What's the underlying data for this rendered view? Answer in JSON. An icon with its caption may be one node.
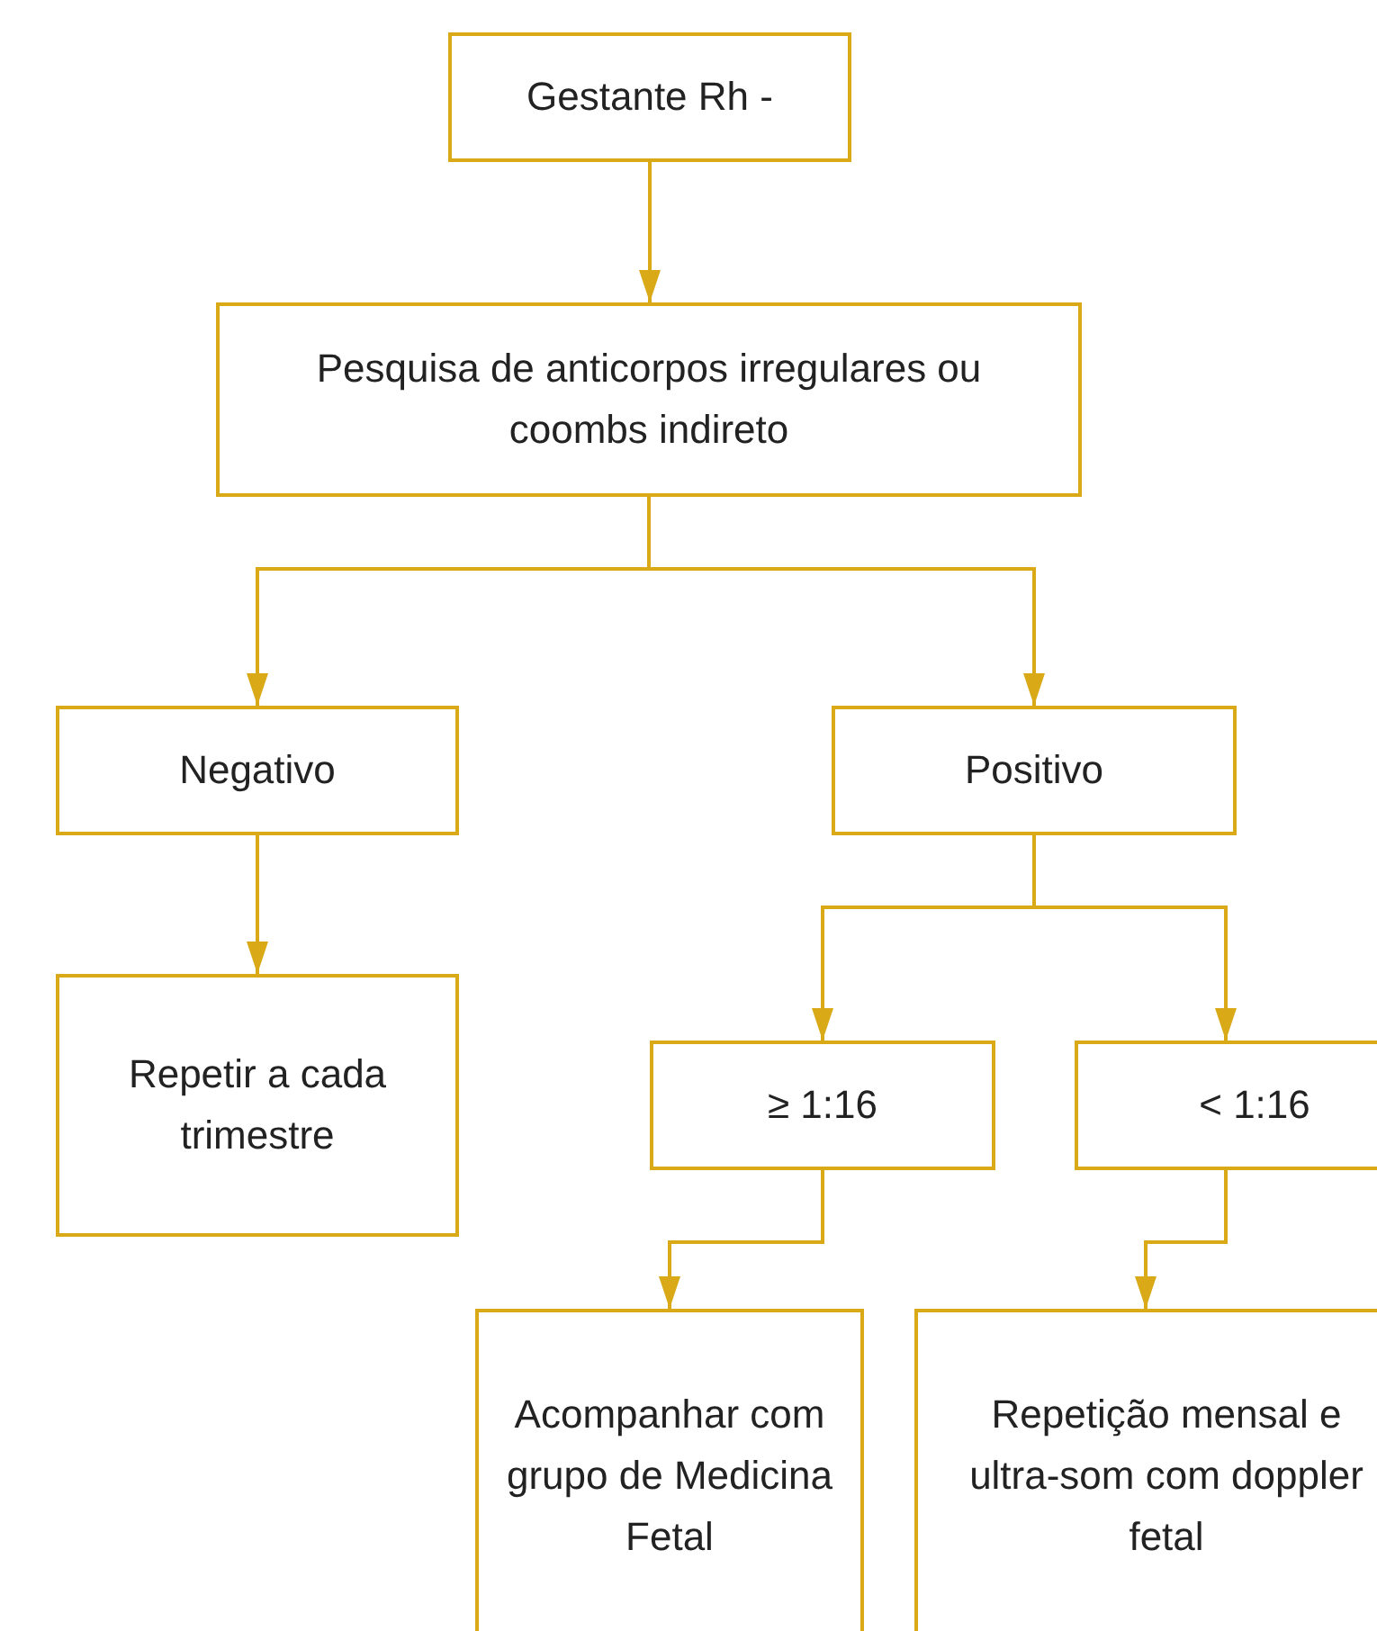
{
  "diagram": {
    "nodes": [
      {
        "text": [
          "Gestante Rh -"
        ]
      },
      {
        "text": [
          "Pesquisa de anticorpos irregulares ou coombs indireto"
        ]
      },
      {
        "text": [
          "Negativo"
        ]
      },
      {
        "text": [
          "Positivo"
        ]
      },
      {
        "text": [
          "Repetir a cada trimestre"
        ]
      },
      {
        "text": [
          "≥ 1:16"
        ]
      },
      {
        "text": [
          "< 1:16"
        ]
      },
      {
        "text": [
          "Acompanhar com grupo de Medicina Fetal"
        ]
      },
      {
        "text": [
          "Repetição mensal e ultra-som com doppler fetal"
        ]
      }
    ],
    "edges": [
      {
        "from": 0,
        "to": 1,
        "arrow": "to"
      },
      {
        "from": 1,
        "to": 2,
        "arrow": "to"
      },
      {
        "from": 1,
        "to": 3,
        "arrow": "to"
      },
      {
        "from": 2,
        "to": 4,
        "arrow": "to"
      },
      {
        "from": 3,
        "to": 5,
        "arrow": "to"
      },
      {
        "from": 3,
        "to": 6,
        "arrow": "to"
      },
      {
        "from": 5,
        "to": 7,
        "arrow": "to"
      },
      {
        "from": 6,
        "to": 8,
        "arrow": "to"
      }
    ]
  }
}
